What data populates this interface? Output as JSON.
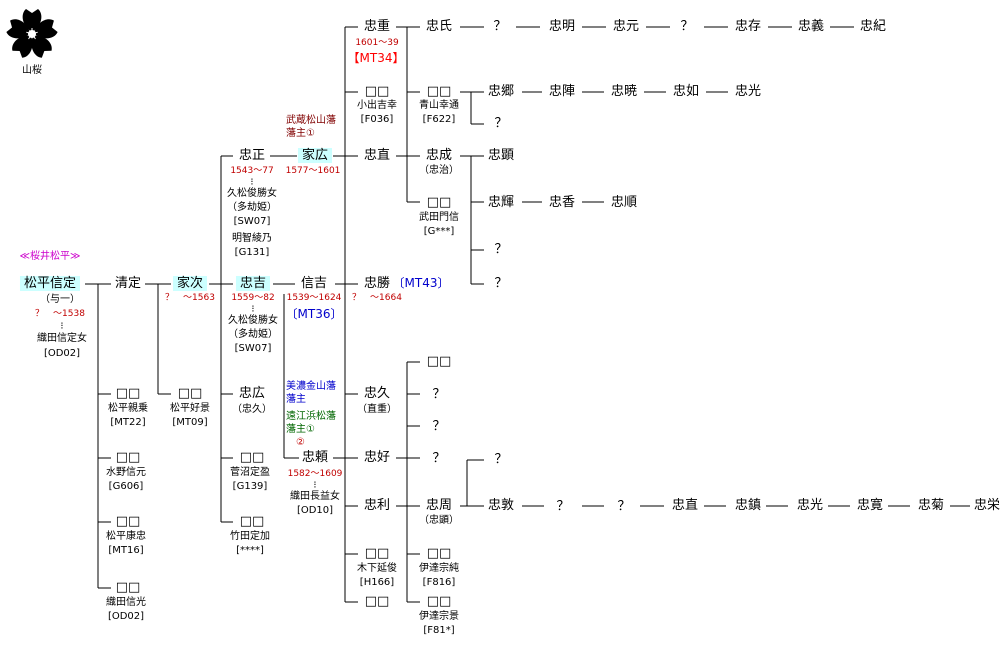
{
  "crest": {
    "icon": "sakura-crest-icon",
    "caption": "山桜"
  },
  "clan_label": "≪桜井松平≫",
  "names": {
    "nobusada": "松平信定",
    "nobusada_alias": "（与一）",
    "nobusada_years": "？　～1538",
    "nobusada_wife": "織田信定女",
    "nobusada_wife_code": "[OD02]",
    "kiyosada": "清定",
    "ietsugu": "家次",
    "ietsugu_years": "？　～1563",
    "nobuhiro": "松平親乗",
    "nobuhiro_code": "[MT22]",
    "mizuno": "水野信元",
    "mizuno_code": "[G606]",
    "yasutada": "松平康忠",
    "yasutada_code": "[MT16]",
    "nobumitsu": "織田信光",
    "nobumitsu_code": "[OD02]",
    "yoshikage": "松平好景",
    "yoshikage_code": "[MT09]",
    "tadamasa": "忠正",
    "tadamasa_years": "1543～77",
    "tadamasa_wife": "久松俊勝女",
    "tadamasa_wife_alias": "（多劫姫）",
    "tadamasa_wife_code": "[SW07]",
    "tadamasa_wife2": "明智綾乃",
    "tadamasa_wife2_code": "[G131]",
    "tadayoshi": "忠吉",
    "tadayoshi_years": "1559～82",
    "tadayoshi_wife": "久松俊勝女",
    "tadayoshi_wife_alias": "（多劫姫）",
    "tadayoshi_wife_code": "[SW07]",
    "tadahiro": "忠広",
    "tadahiro_alias": "（忠久）",
    "suganuma": "菅沼定盈",
    "suganuma_code": "[G139]",
    "taketa": "竹田定加",
    "taketa_code": "[****]",
    "iehiro": "家広",
    "iehiro_years": "1577～1601",
    "iehiro_domain1": "武蔵松山藩",
    "iehiro_domain2": "藩主①",
    "nobuyoshi": "信吉",
    "nobuyoshi_years": "1539～1624",
    "nobuyoshi_mt": "〔MT36〕",
    "dom_mino1": "美濃金山藩",
    "dom_mino2": "藩主",
    "dom_hama1": "遠江浜松藩",
    "dom_hama2": "藩主①",
    "dom_hama3": "②",
    "tadayori": "忠頼",
    "tadayori_years": "1582～1609",
    "tadayori_wife": "織田長益女",
    "tadayori_wife_code": "[OD10]",
    "tadashige": "忠重",
    "tadashige_years": "1601～39",
    "tadashige_mt": "【MT34】",
    "koide": "小出吉幸",
    "koide_code": "[F036]",
    "tadanao": "忠直",
    "tadakatsu": "忠勝",
    "tadakatsu_years": "？　～1664",
    "tadakatsu_mt": "〔MT43〕",
    "tadahisa": "忠久",
    "tadahisa_alias": "（直重）",
    "tadayoshi2": "忠好",
    "tadatoshi": "忠利",
    "kinoshita": "木下延俊",
    "kinoshita_code": "[H166]",
    "tadauji": "忠氏",
    "tadaaki": "忠明",
    "tadamoto": "忠元",
    "tadaari": "忠存",
    "tadayoshi3": "忠義",
    "tadanori": "忠紀",
    "aoyama": "青山幸通",
    "aoyama_code": "[F622]",
    "tadanari": "忠成",
    "tadanari_alias": "（忠治）",
    "takeda": "武田門信",
    "takeda_code": "[G***]",
    "tadachika": "忠周",
    "tadachika_alias": "（忠顕）",
    "date1": "伊達宗純",
    "date1_code": "[F816]",
    "date2": "伊達宗景",
    "date2_code": "[F81*]",
    "tadasato": "忠郷",
    "tadatsura": "忠陣",
    "tadaakira": "忠暁",
    "tadayuki": "忠如",
    "tadamitsu": "忠光",
    "tadaaki2": "忠顕",
    "tadateru": "忠輝",
    "tadaka": "忠香",
    "tadayori2": "忠順",
    "tadaatsu": "忠敦",
    "tadanao2": "忠直",
    "tadashizu": "忠鎮",
    "tadamitsu2": "忠光",
    "tadahiro2": "忠寛",
    "tadagiku": "忠菊",
    "tadaei": "忠栄",
    "unknown": "？",
    "placeholder": "□□"
  }
}
